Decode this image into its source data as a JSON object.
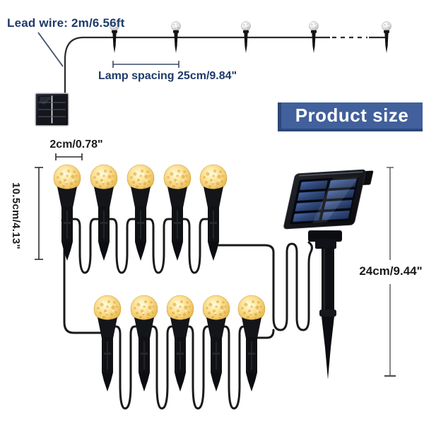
{
  "page": {
    "type": "product-size-diagram",
    "product": "solar powered crackle-ball garden stake string lights"
  },
  "labels": {
    "lead_wire": "Lead wire: 2m/6.56ft",
    "lamp_spacing": "Lamp spacing 25cm/9.84\"",
    "product_size": "Product size",
    "bulb_diameter": "2cm/0.78\"",
    "light_height": "10.5cm/4.13\"",
    "panel_height": "24cm/9.44\""
  },
  "measurements": {
    "lead_wire_length": "2m / 6.56ft",
    "lamp_spacing": "25cm / 9.84in",
    "bulb_diameter": "2cm / 0.78in",
    "light_stake_height": "10.5cm / 4.13in",
    "solar_panel_stake_height": "24cm / 9.44in"
  },
  "counts": {
    "top_string_stakes": 5,
    "bulb_lights_row1": 5,
    "bulb_lights_row2": 5,
    "solar_panels": 2
  },
  "colors": {
    "banner_bg": "#41609c",
    "banner_bg_dark": "#2c4878",
    "banner_text": "#ffffff",
    "label_navy": "#1e3a6a",
    "measure_text": "#1b1b1b",
    "wire_black": "#1a1a1a",
    "bulb_gold": "#f3cd6e",
    "solar_cell_blue": "#31497c",
    "page_bg": "#ffffff"
  }
}
